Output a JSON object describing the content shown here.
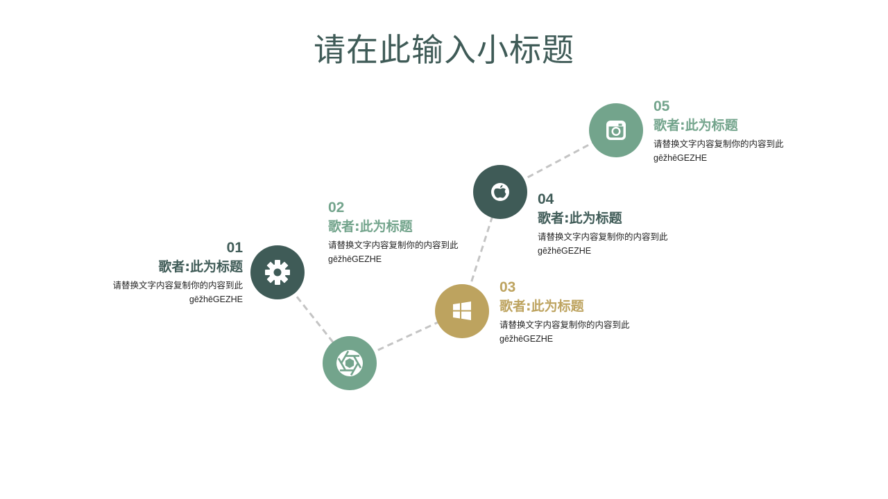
{
  "page_title": "请在此输入小标题",
  "colors": {
    "dark": "#3f5b57",
    "green": "#73a48c",
    "gold": "#bda35f",
    "line": "#c4c4c4"
  },
  "steps": [
    {
      "num": "01",
      "title": "歌者:此为标题",
      "desc_line1": "请替换文字内容复制你的内容到此",
      "desc_line2": "gēžhēGEZHE",
      "icon": "gear-icon"
    },
    {
      "num": "02",
      "title": "歌者:此为标题",
      "desc_line1": "请替换文字内容复制你的内容到此",
      "desc_line2": "gēžhēGEZHE",
      "icon": "aperture-icon"
    },
    {
      "num": "03",
      "title": "歌者:此为标题",
      "desc_line1": "请替换文字内容复制你的内容到此",
      "desc_line2": "gēžhēGEZHE",
      "icon": "windows-icon"
    },
    {
      "num": "04",
      "title": "歌者:此为标题",
      "desc_line1": "请替换文字内容复制你的内容到此",
      "desc_line2": "gēžhēGEZHE",
      "icon": "apple-icon"
    },
    {
      "num": "05",
      "title": "歌者:此为标题",
      "desc_line1": "请替换文字内容复制你的内容到此",
      "desc_line2": "gēžhēGEZHE",
      "icon": "instagram-icon"
    }
  ]
}
